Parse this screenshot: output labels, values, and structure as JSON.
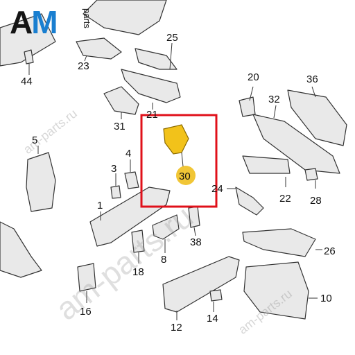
{
  "logo": {
    "main_a": "A",
    "main_m": "M",
    "sub": "parts"
  },
  "watermarks": {
    "large": "am-parts.ru",
    "small": "am-parts.ru"
  },
  "callouts": [
    "1",
    "3",
    "4",
    "5",
    "8",
    "10",
    "12",
    "14",
    "16",
    "18",
    "20",
    "21",
    "22",
    "23",
    "24",
    "25",
    "26",
    "28",
    "30",
    "31",
    "32",
    "36",
    "38",
    "44"
  ],
  "highlight": {
    "number": "30",
    "box_color": "#e0101a",
    "marker_color": "#f0c020",
    "part_color": "#f2c21a"
  },
  "colors": {
    "part_fill": "#e8e8e8",
    "part_stroke": "#333333",
    "text": "#111111"
  }
}
